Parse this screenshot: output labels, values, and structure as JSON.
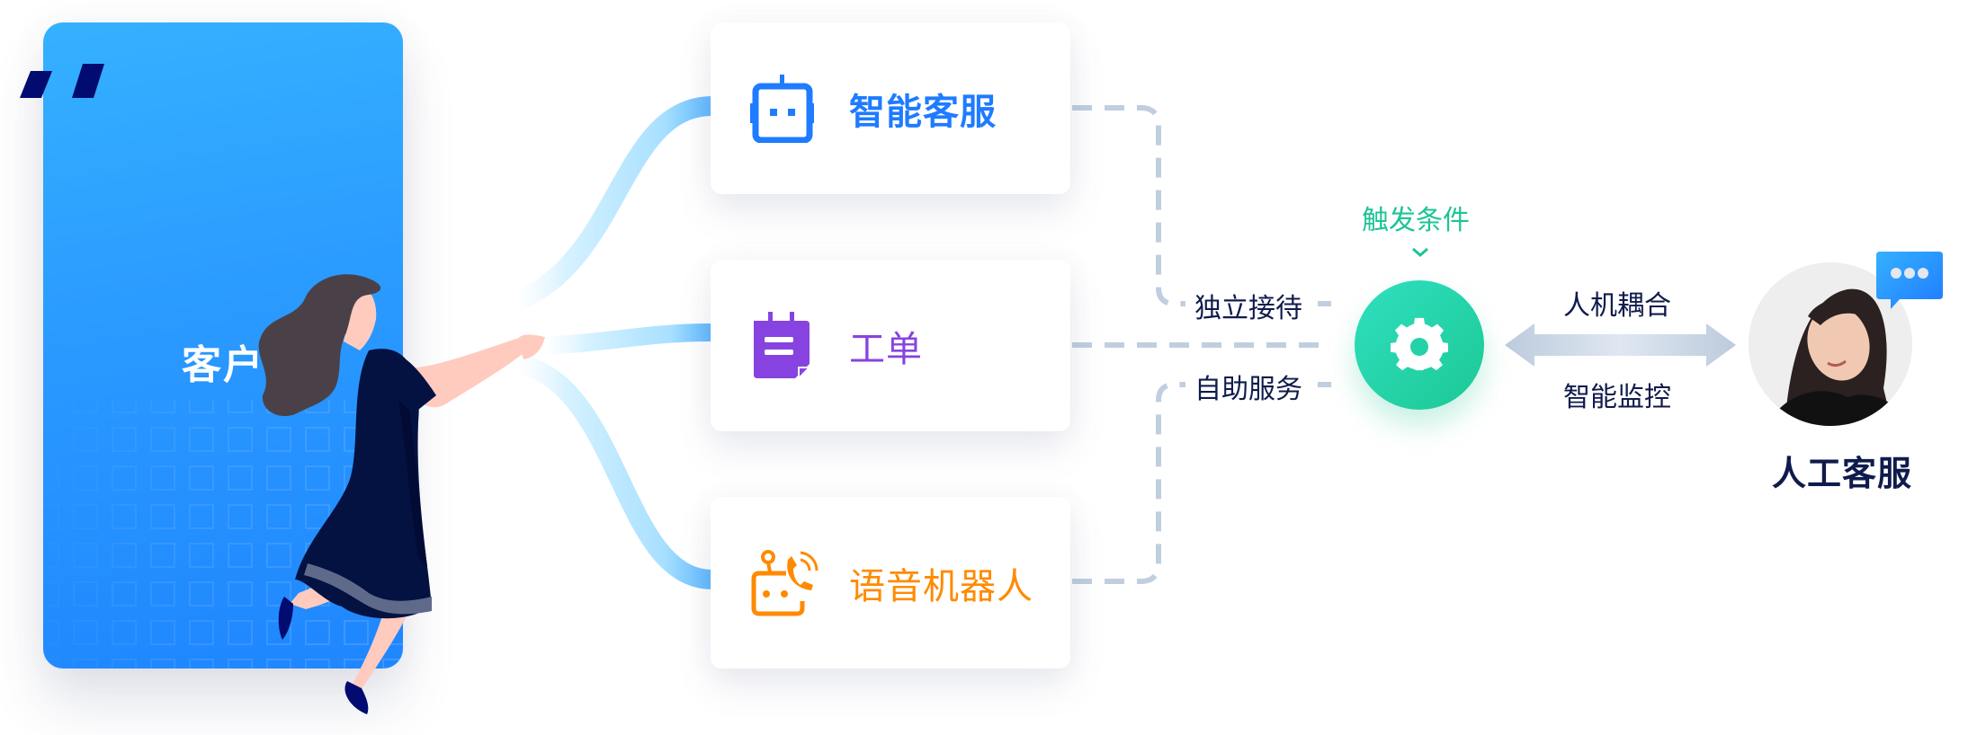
{
  "customer": {
    "label": "客户"
  },
  "channels": [
    {
      "label": "智能客服",
      "icon": "robot-icon",
      "color": "#1f7bff"
    },
    {
      "label": "工单",
      "icon": "ticket-note-icon",
      "color": "#8743e0"
    },
    {
      "label": "语音机器人",
      "icon": "voice-robot-icon",
      "color": "#ff8a00"
    }
  ],
  "routing": {
    "upper_label": "独立接待",
    "lower_label": "自助服务"
  },
  "engine": {
    "trigger_label": "触发条件",
    "icon": "gear-icon",
    "color": "#1ec495"
  },
  "coupling": {
    "upper_label": "人机耦合",
    "lower_label": "智能监控"
  },
  "agent": {
    "label": "人工客服",
    "bubble_icon": "chat-bubble-icon"
  },
  "colors": {
    "brand_blue": "#2a9aff",
    "navy": "#0f1b4c",
    "dash": "#c0cedf",
    "quote": "#020b6f"
  }
}
